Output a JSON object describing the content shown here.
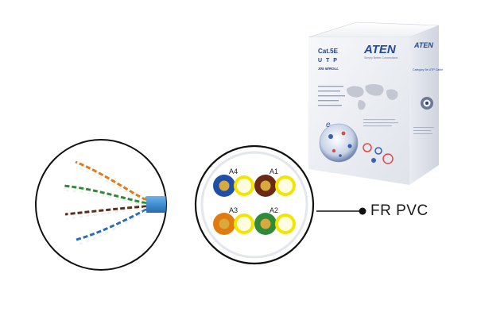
{
  "product_box": {
    "cable_type_line1": "Cat.5E",
    "cable_type_line2": "U T P",
    "cable_type_line3": "305 M/ROLL",
    "brand": "ATEN",
    "tagline": "Simply Better Connections",
    "side_label": "Category 5e UTP Cable"
  },
  "cross_section": {
    "pairs": [
      {
        "label": "A4",
        "color": "#1f4fa8"
      },
      {
        "label": "A1",
        "color": "#6b2a16"
      },
      {
        "label": "A3",
        "color": "#e27a12"
      },
      {
        "label": "A2",
        "color": "#2f8a3a"
      }
    ],
    "stripe_color": "#f2e600"
  },
  "cable_wires": {
    "colors": [
      "#e07a1a",
      "#2f8a3a",
      "#5a2e1a",
      "#2a6db8"
    ],
    "jacket_color": "#3f8fd0"
  },
  "callout": {
    "label": "FR PVC"
  }
}
